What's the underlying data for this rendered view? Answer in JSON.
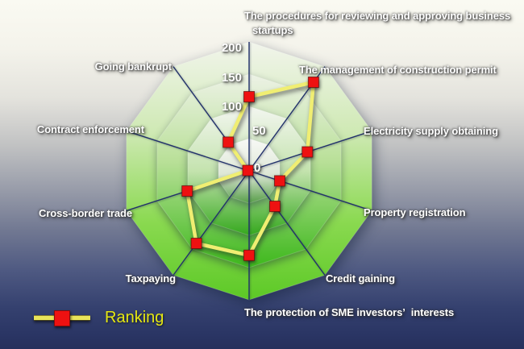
{
  "chart_data": {
    "type": "radar",
    "grid_shape": "decagon",
    "axes": [
      "The procedures for reviewing and approving business startups",
      "The management of construction permit",
      "Electricity supply obtaining",
      "Property registration",
      "Credit gaining",
      "The protection of SME investors’  interests",
      "Taxpaying",
      "Cross-border trade",
      "Contract enforcement",
      "Going bankrupt"
    ],
    "series": [
      {
        "name": "Ranking",
        "values": [
          115,
          170,
          95,
          50,
          68,
          131,
          139,
          101,
          2,
          55
        ]
      }
    ],
    "radial_ticks": [
      "0",
      "50",
      "100",
      "150",
      "200"
    ],
    "rlim": [
      0,
      200
    ],
    "legend_position": "bottom-left"
  },
  "legend": {
    "label": "Ranking",
    "marker": "red-square"
  },
  "colors": {
    "marker_red": "#ee1111",
    "series_yellow": "#f0ee72",
    "axis_navy": "#22316b",
    "legend_text_yellow": "#e6e812",
    "label_text": "#ffffff"
  }
}
